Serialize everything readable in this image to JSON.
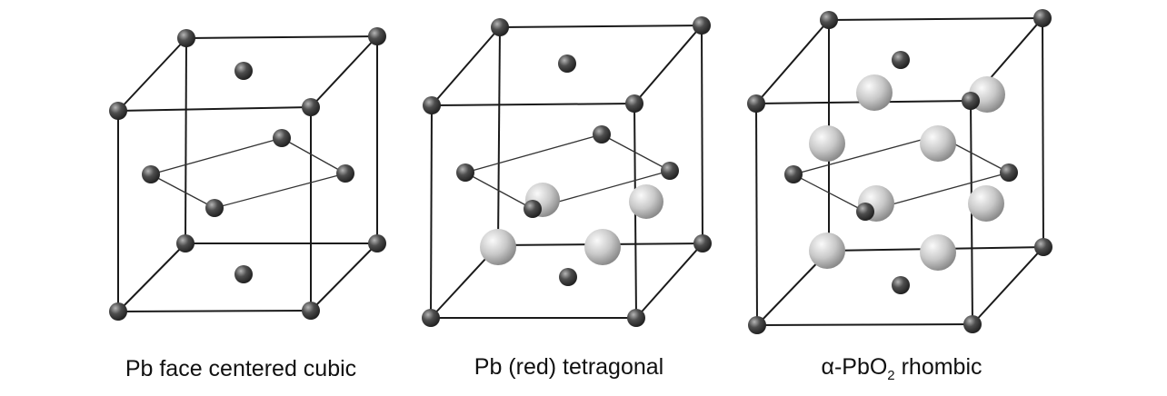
{
  "figure": {
    "panels": [
      {
        "caption": "Pb face centered cubic"
      },
      {
        "caption": "Pb (red) tetragonal"
      },
      {
        "caption_parts": [
          "α-PbO",
          "2",
          " rhombic"
        ]
      }
    ],
    "colors": {
      "edge": "#1a1a1a",
      "pb_atom": "#4a4a4a",
      "o_atom": "#c8c8c8"
    }
  }
}
